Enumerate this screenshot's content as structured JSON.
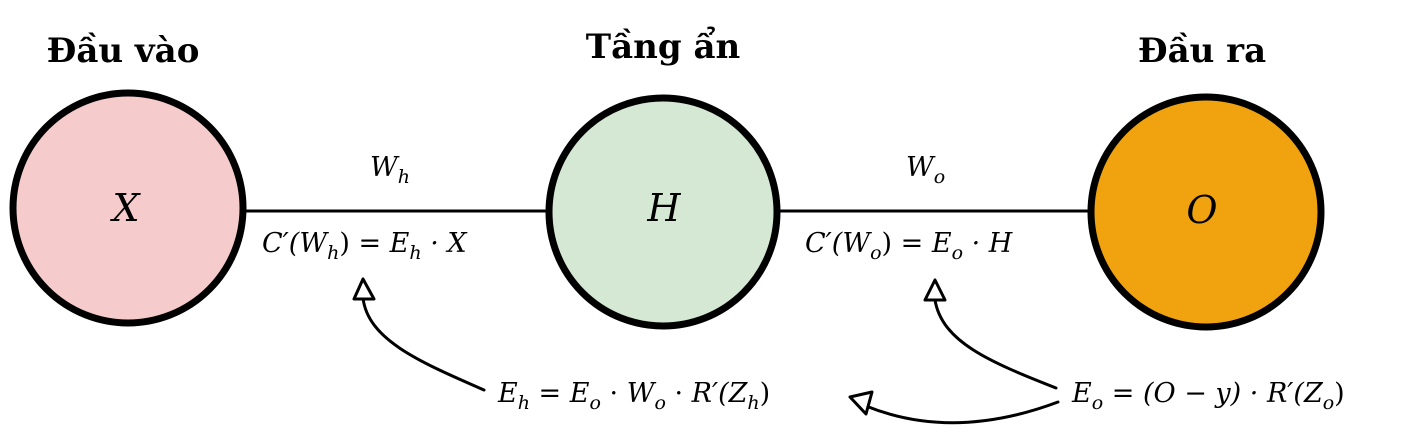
{
  "layers": {
    "input": {
      "title": "Đầu vào",
      "symbol": "X",
      "fill": "#f5cccb"
    },
    "hidden": {
      "title": "Tầng ẩn",
      "symbol": "H",
      "fill": "#d5e8d3"
    },
    "output": {
      "title": "Đầu ra",
      "symbol": "O",
      "fill": "#f0a30e"
    }
  },
  "edges": {
    "input_hidden": {
      "weight": {
        "main": "W",
        "sub": "h"
      }
    },
    "hidden_output": {
      "weight": {
        "main": "W",
        "sub": "o"
      }
    }
  },
  "equations": {
    "grad_wh": {
      "lhs_main": "C′(W",
      "lhs_sub": "h",
      "lhs_close": ")",
      "eq": " = ",
      "t1_main": "E",
      "t1_sub": "h",
      "rest": " · X"
    },
    "grad_wo": {
      "lhs_main": "C′(W",
      "lhs_sub": "o",
      "lhs_close": ")",
      "eq": " = ",
      "t1_main": "E",
      "t1_sub": "o",
      "rest": " · H"
    },
    "err_h": {
      "lhs_main": "E",
      "lhs_sub": "h",
      "eq": " = ",
      "t1_main": "E",
      "t1_sub": "o",
      "dot1": " · ",
      "t2_main": "W",
      "t2_sub": "o",
      "dot2": " · ",
      "t3_main": "R′(Z",
      "t3_sub": "h",
      "t3_close": ")"
    },
    "err_o": {
      "lhs_main": "E",
      "lhs_sub": "o",
      "eq": " = ",
      "rhs1": "(O − y) · R′(Z",
      "rhs_sub": "o",
      "rhs_close": ")"
    }
  }
}
